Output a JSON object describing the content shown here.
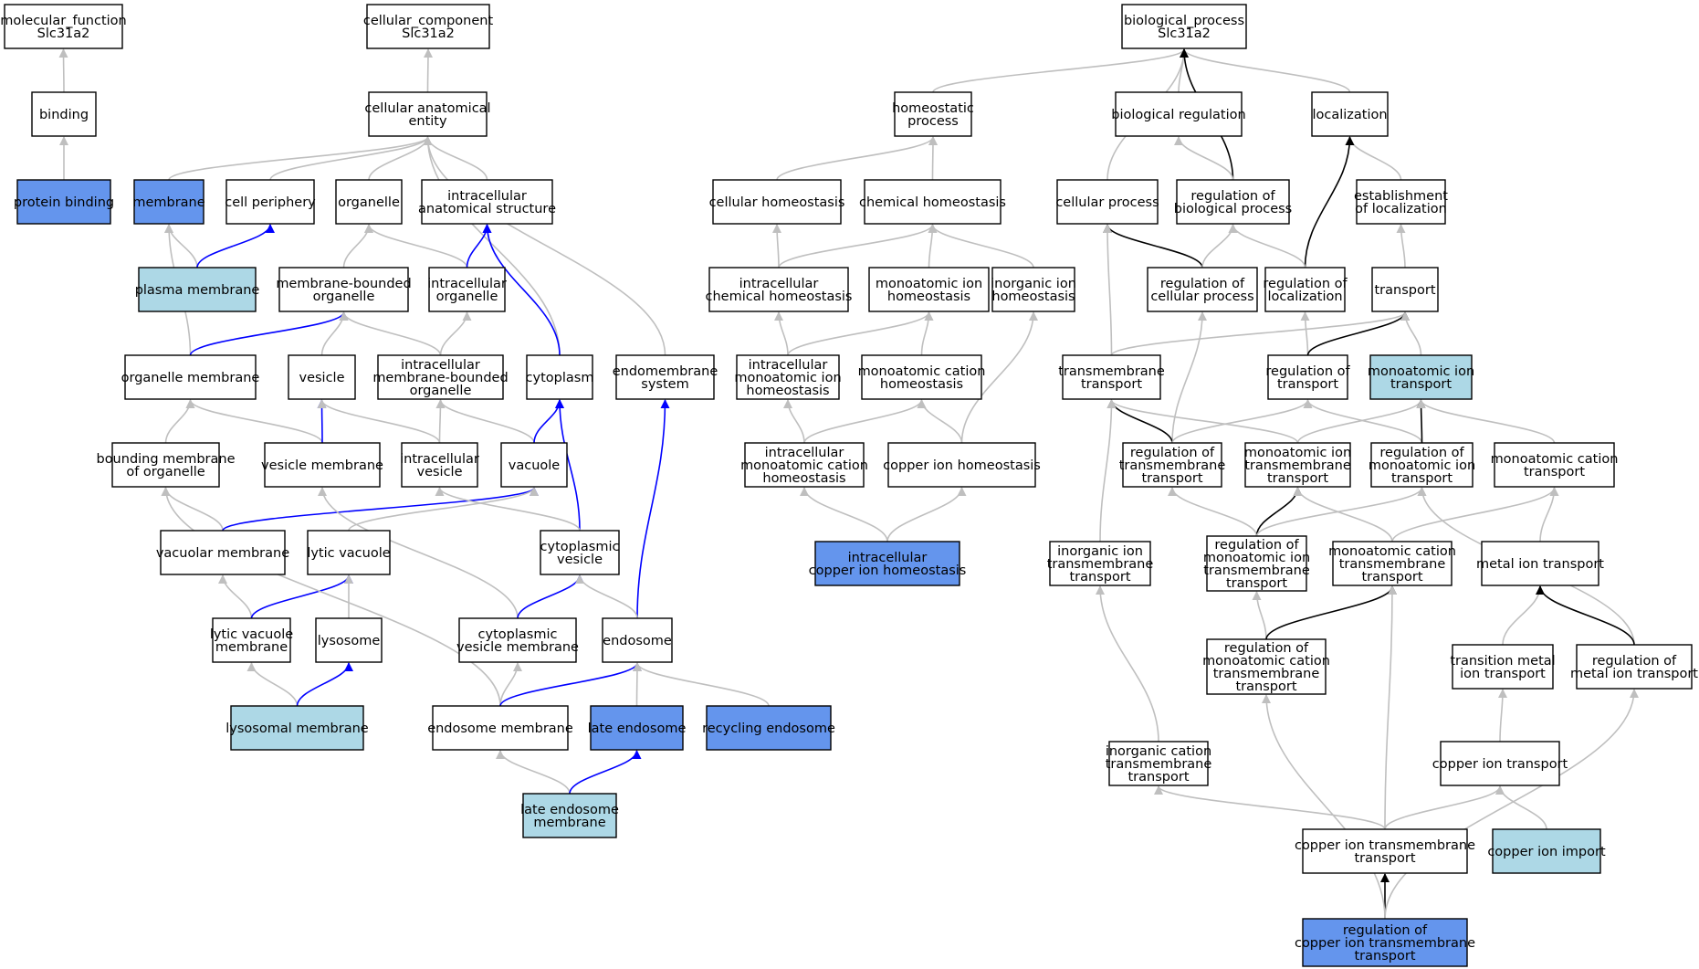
{
  "colors": {
    "plain": "#ffffff",
    "direct": "#6495ed",
    "related": "#add8e6",
    "edge_is_a": "#bfbfbf",
    "edge_part_of": "#0000ff",
    "edge_regulates": "#000000"
  },
  "nodes": [
    {
      "id": "mf",
      "lines": [
        "molecular_function",
        "Slc31a2"
      ],
      "fill": "plain"
    },
    {
      "id": "cc",
      "lines": [
        "cellular_component",
        "Slc31a2"
      ],
      "fill": "plain"
    },
    {
      "id": "bp",
      "lines": [
        "biological_process",
        "Slc31a2"
      ],
      "fill": "plain"
    },
    {
      "id": "binding",
      "lines": [
        "binding"
      ],
      "fill": "plain"
    },
    {
      "id": "protein_binding",
      "lines": [
        "protein binding"
      ],
      "fill": "direct"
    },
    {
      "id": "cae",
      "lines": [
        "cellular anatomical",
        "entity"
      ],
      "fill": "plain"
    },
    {
      "id": "membrane",
      "lines": [
        "membrane"
      ],
      "fill": "direct"
    },
    {
      "id": "cell_periphery",
      "lines": [
        "cell periphery"
      ],
      "fill": "plain"
    },
    {
      "id": "organelle",
      "lines": [
        "organelle"
      ],
      "fill": "plain"
    },
    {
      "id": "ias",
      "lines": [
        "intracellular",
        "anatomical structure"
      ],
      "fill": "plain"
    },
    {
      "id": "plasma_membrane",
      "lines": [
        "plasma membrane"
      ],
      "fill": "related"
    },
    {
      "id": "mbo",
      "lines": [
        "membrane-bounded",
        "organelle"
      ],
      "fill": "plain"
    },
    {
      "id": "intra_org",
      "lines": [
        "intracellular",
        "organelle"
      ],
      "fill": "plain"
    },
    {
      "id": "org_membrane",
      "lines": [
        "organelle membrane"
      ],
      "fill": "plain"
    },
    {
      "id": "vesicle",
      "lines": [
        "vesicle"
      ],
      "fill": "plain"
    },
    {
      "id": "imbo",
      "lines": [
        "intracellular",
        "membrane-bounded",
        "organelle"
      ],
      "fill": "plain"
    },
    {
      "id": "cytoplasm",
      "lines": [
        "cytoplasm"
      ],
      "fill": "plain"
    },
    {
      "id": "endomembrane",
      "lines": [
        "endomembrane",
        "system"
      ],
      "fill": "plain"
    },
    {
      "id": "bmo",
      "lines": [
        "bounding membrane",
        "of organelle"
      ],
      "fill": "plain"
    },
    {
      "id": "ves_membrane",
      "lines": [
        "vesicle membrane"
      ],
      "fill": "plain"
    },
    {
      "id": "intra_vesicle",
      "lines": [
        "intracellular",
        "vesicle"
      ],
      "fill": "plain"
    },
    {
      "id": "vacuole",
      "lines": [
        "vacuole"
      ],
      "fill": "plain"
    },
    {
      "id": "vac_membrane",
      "lines": [
        "vacuolar membrane"
      ],
      "fill": "plain"
    },
    {
      "id": "lytic_vacuole",
      "lines": [
        "lytic vacuole"
      ],
      "fill": "plain"
    },
    {
      "id": "cyto_vesicle",
      "lines": [
        "cytoplasmic",
        "vesicle"
      ],
      "fill": "plain"
    },
    {
      "id": "lvm",
      "lines": [
        "lytic vacuole",
        "membrane"
      ],
      "fill": "plain"
    },
    {
      "id": "lysosome",
      "lines": [
        "lysosome"
      ],
      "fill": "plain"
    },
    {
      "id": "cvm",
      "lines": [
        "cytoplasmic",
        "vesicle membrane"
      ],
      "fill": "plain"
    },
    {
      "id": "endosome",
      "lines": [
        "endosome"
      ],
      "fill": "plain"
    },
    {
      "id": "lys_membrane",
      "lines": [
        "lysosomal membrane"
      ],
      "fill": "related"
    },
    {
      "id": "endo_membrane",
      "lines": [
        "endosome membrane"
      ],
      "fill": "plain"
    },
    {
      "id": "late_endosome",
      "lines": [
        "late endosome"
      ],
      "fill": "direct"
    },
    {
      "id": "recycling_endosome",
      "lines": [
        "recycling endosome"
      ],
      "fill": "direct"
    },
    {
      "id": "lem",
      "lines": [
        "late endosome",
        "membrane"
      ],
      "fill": "related"
    },
    {
      "id": "homeostatic",
      "lines": [
        "homeostatic",
        "process"
      ],
      "fill": "plain"
    },
    {
      "id": "cell_homeo",
      "lines": [
        "cellular homeostasis"
      ],
      "fill": "plain"
    },
    {
      "id": "chem_homeo",
      "lines": [
        "chemical homeostasis"
      ],
      "fill": "plain"
    },
    {
      "id": "icell_chem",
      "lines": [
        "intracellular",
        "chemical homeostasis"
      ],
      "fill": "plain"
    },
    {
      "id": "ion_homeo",
      "lines": [
        "monoatomic ion",
        "homeostasis"
      ],
      "fill": "plain"
    },
    {
      "id": "inorg_homeo",
      "lines": [
        "inorganic ion",
        "homeostasis"
      ],
      "fill": "plain"
    },
    {
      "id": "icell_ion",
      "lines": [
        "intracellular",
        "monoatomic ion",
        "homeostasis"
      ],
      "fill": "plain"
    },
    {
      "id": "cation_homeo",
      "lines": [
        "monoatomic cation",
        "homeostasis"
      ],
      "fill": "plain"
    },
    {
      "id": "icell_cation",
      "lines": [
        "intracellular",
        "monoatomic cation",
        "homeostasis"
      ],
      "fill": "plain"
    },
    {
      "id": "copper_homeo",
      "lines": [
        "copper ion homeostasis"
      ],
      "fill": "plain"
    },
    {
      "id": "icell_copper",
      "lines": [
        "intracellular",
        "copper ion homeostasis"
      ],
      "fill": "direct"
    },
    {
      "id": "bio_reg",
      "lines": [
        "biological regulation"
      ],
      "fill": "plain"
    },
    {
      "id": "localization",
      "lines": [
        "localization"
      ],
      "fill": "plain"
    },
    {
      "id": "cell_process",
      "lines": [
        "cellular process"
      ],
      "fill": "plain"
    },
    {
      "id": "reg_bio",
      "lines": [
        "regulation of",
        "biological process"
      ],
      "fill": "plain"
    },
    {
      "id": "est_loc",
      "lines": [
        "establishment",
        "of localization"
      ],
      "fill": "plain"
    },
    {
      "id": "reg_cell",
      "lines": [
        "regulation of",
        "cellular process"
      ],
      "fill": "plain"
    },
    {
      "id": "reg_loc",
      "lines": [
        "regulation of",
        "localization"
      ],
      "fill": "plain"
    },
    {
      "id": "transport",
      "lines": [
        "transport"
      ],
      "fill": "plain"
    },
    {
      "id": "tm_transport",
      "lines": [
        "transmembrane",
        "transport"
      ],
      "fill": "plain"
    },
    {
      "id": "reg_transport",
      "lines": [
        "regulation of",
        "transport"
      ],
      "fill": "plain"
    },
    {
      "id": "ion_transport",
      "lines": [
        "monoatomic ion",
        "transport"
      ],
      "fill": "related"
    },
    {
      "id": "reg_tm",
      "lines": [
        "regulation of",
        "transmembrane",
        "transport"
      ],
      "fill": "plain"
    },
    {
      "id": "ion_tm",
      "lines": [
        "monoatomic ion",
        "transmembrane",
        "transport"
      ],
      "fill": "plain"
    },
    {
      "id": "reg_ion_transport",
      "lines": [
        "regulation of",
        "monoatomic ion",
        "transport"
      ],
      "fill": "plain"
    },
    {
      "id": "cation_transport",
      "lines": [
        "monoatomic cation",
        "transport"
      ],
      "fill": "plain"
    },
    {
      "id": "inorg_tm",
      "lines": [
        "inorganic ion",
        "transmembrane",
        "transport"
      ],
      "fill": "plain"
    },
    {
      "id": "reg_ion_tm",
      "lines": [
        "regulation of",
        "monoatomic ion",
        "transmembrane",
        "transport"
      ],
      "fill": "plain"
    },
    {
      "id": "cation_tm",
      "lines": [
        "monoatomic cation",
        "transmembrane",
        "transport"
      ],
      "fill": "plain"
    },
    {
      "id": "metal_transport",
      "lines": [
        "metal ion transport"
      ],
      "fill": "plain"
    },
    {
      "id": "reg_cation_tm",
      "lines": [
        "regulation of",
        "monoatomic cation",
        "transmembrane",
        "transport"
      ],
      "fill": "plain"
    },
    {
      "id": "trans_metal",
      "lines": [
        "transition metal",
        "ion transport"
      ],
      "fill": "plain"
    },
    {
      "id": "reg_metal",
      "lines": [
        "regulation of",
        "metal ion transport"
      ],
      "fill": "plain"
    },
    {
      "id": "inorg_cation_tm",
      "lines": [
        "inorganic cation",
        "transmembrane",
        "transport"
      ],
      "fill": "plain"
    },
    {
      "id": "copper_transport",
      "lines": [
        "copper ion transport"
      ],
      "fill": "plain"
    },
    {
      "id": "copper_tm",
      "lines": [
        "copper ion transmembrane",
        "transport"
      ],
      "fill": "plain"
    },
    {
      "id": "copper_import",
      "lines": [
        "copper ion import"
      ],
      "fill": "related"
    },
    {
      "id": "reg_copper_tm",
      "lines": [
        "regulation of",
        "copper ion transmembrane",
        "transport"
      ],
      "fill": "direct"
    }
  ],
  "edges": [
    {
      "from": "binding",
      "to": "mf",
      "type": "is_a"
    },
    {
      "from": "protein_binding",
      "to": "binding",
      "type": "is_a"
    },
    {
      "from": "cae",
      "to": "cc",
      "type": "is_a"
    },
    {
      "from": "membrane",
      "to": "cae",
      "type": "is_a"
    },
    {
      "from": "cell_periphery",
      "to": "cae",
      "type": "is_a"
    },
    {
      "from": "organelle",
      "to": "cae",
      "type": "is_a"
    },
    {
      "from": "ias",
      "to": "cae",
      "type": "is_a"
    },
    {
      "from": "cytoplasm",
      "to": "cae",
      "type": "is_a"
    },
    {
      "from": "endomembrane",
      "to": "cae",
      "type": "is_a"
    },
    {
      "from": "plasma_membrane",
      "to": "membrane",
      "type": "is_a"
    },
    {
      "from": "plasma_membrane",
      "to": "cell_periphery",
      "type": "part_of"
    },
    {
      "from": "org_membrane",
      "to": "membrane",
      "type": "is_a"
    },
    {
      "from": "mbo",
      "to": "organelle",
      "type": "is_a"
    },
    {
      "from": "intra_org",
      "to": "organelle",
      "type": "is_a"
    },
    {
      "from": "intra_org",
      "to": "ias",
      "type": "part_of"
    },
    {
      "from": "cytoplasm",
      "to": "ias",
      "type": "part_of"
    },
    {
      "from": "org_membrane",
      "to": "mbo",
      "type": "part_of"
    },
    {
      "from": "vesicle",
      "to": "mbo",
      "type": "is_a"
    },
    {
      "from": "imbo",
      "to": "mbo",
      "type": "is_a"
    },
    {
      "from": "imbo",
      "to": "intra_org",
      "type": "is_a"
    },
    {
      "from": "bmo",
      "to": "org_membrane",
      "type": "is_a"
    },
    {
      "from": "ves_membrane",
      "to": "org_membrane",
      "type": "is_a"
    },
    {
      "from": "ves_membrane",
      "to": "vesicle",
      "type": "part_of"
    },
    {
      "from": "intra_vesicle",
      "to": "vesicle",
      "type": "is_a"
    },
    {
      "from": "intra_vesicle",
      "to": "imbo",
      "type": "is_a"
    },
    {
      "from": "vacuole",
      "to": "imbo",
      "type": "is_a"
    },
    {
      "from": "vacuole",
      "to": "cytoplasm",
      "type": "part_of"
    },
    {
      "from": "cyto_vesicle",
      "to": "cytoplasm",
      "type": "part_of"
    },
    {
      "from": "endosome",
      "to": "endomembrane",
      "type": "part_of"
    },
    {
      "from": "vac_membrane",
      "to": "bmo",
      "type": "is_a"
    },
    {
      "from": "vac_membrane",
      "to": "vacuole",
      "type": "part_of"
    },
    {
      "from": "lytic_vacuole",
      "to": "vacuole",
      "type": "is_a"
    },
    {
      "from": "cyto_vesicle",
      "to": "intra_vesicle",
      "type": "is_a"
    },
    {
      "from": "lvm",
      "to": "vac_membrane",
      "type": "is_a"
    },
    {
      "from": "lvm",
      "to": "lytic_vacuole",
      "type": "part_of"
    },
    {
      "from": "lysosome",
      "to": "lytic_vacuole",
      "type": "is_a"
    },
    {
      "from": "cvm",
      "to": "ves_membrane",
      "type": "is_a"
    },
    {
      "from": "cvm",
      "to": "cyto_vesicle",
      "type": "part_of"
    },
    {
      "from": "endosome",
      "to": "cyto_vesicle",
      "type": "is_a"
    },
    {
      "from": "endo_membrane",
      "to": "bmo",
      "type": "is_a"
    },
    {
      "from": "endo_membrane",
      "to": "cvm",
      "type": "is_a"
    },
    {
      "from": "endo_membrane",
      "to": "endosome",
      "type": "part_of"
    },
    {
      "from": "lys_membrane",
      "to": "lvm",
      "type": "is_a"
    },
    {
      "from": "lys_membrane",
      "to": "lysosome",
      "type": "part_of"
    },
    {
      "from": "late_endosome",
      "to": "endosome",
      "type": "is_a"
    },
    {
      "from": "recycling_endosome",
      "to": "endosome",
      "type": "is_a"
    },
    {
      "from": "lem",
      "to": "endo_membrane",
      "type": "is_a"
    },
    {
      "from": "lem",
      "to": "late_endosome",
      "type": "part_of"
    },
    {
      "from": "homeostatic",
      "to": "bp",
      "type": "is_a"
    },
    {
      "from": "bio_reg",
      "to": "bp",
      "type": "is_a"
    },
    {
      "from": "localization",
      "to": "bp",
      "type": "is_a"
    },
    {
      "from": "cell_process",
      "to": "bp",
      "type": "is_a"
    },
    {
      "from": "reg_bio",
      "to": "bp",
      "type": "regulates"
    },
    {
      "from": "cell_homeo",
      "to": "homeostatic",
      "type": "is_a"
    },
    {
      "from": "chem_homeo",
      "to": "homeostatic",
      "type": "is_a"
    },
    {
      "from": "icell_chem",
      "to": "cell_homeo",
      "type": "is_a"
    },
    {
      "from": "icell_chem",
      "to": "chem_homeo",
      "type": "is_a"
    },
    {
      "from": "ion_homeo",
      "to": "chem_homeo",
      "type": "is_a"
    },
    {
      "from": "inorg_homeo",
      "to": "chem_homeo",
      "type": "is_a"
    },
    {
      "from": "icell_ion",
      "to": "icell_chem",
      "type": "is_a"
    },
    {
      "from": "icell_ion",
      "to": "ion_homeo",
      "type": "is_a"
    },
    {
      "from": "cation_homeo",
      "to": "ion_homeo",
      "type": "is_a"
    },
    {
      "from": "icell_cation",
      "to": "icell_ion",
      "type": "is_a"
    },
    {
      "from": "icell_cation",
      "to": "cation_homeo",
      "type": "is_a"
    },
    {
      "from": "copper_homeo",
      "to": "cation_homeo",
      "type": "is_a"
    },
    {
      "from": "copper_homeo",
      "to": "inorg_homeo",
      "type": "is_a"
    },
    {
      "from": "icell_copper",
      "to": "icell_cation",
      "type": "is_a"
    },
    {
      "from": "icell_copper",
      "to": "copper_homeo",
      "type": "is_a"
    },
    {
      "from": "reg_bio",
      "to": "bio_reg",
      "type": "is_a"
    },
    {
      "from": "est_loc",
      "to": "localization",
      "type": "is_a"
    },
    {
      "from": "reg_loc",
      "to": "localization",
      "type": "regulates"
    },
    {
      "from": "reg_cell",
      "to": "cell_process",
      "type": "regulates"
    },
    {
      "from": "tm_transport",
      "to": "cell_process",
      "type": "is_a"
    },
    {
      "from": "reg_cell",
      "to": "reg_bio",
      "type": "is_a"
    },
    {
      "from": "reg_loc",
      "to": "reg_bio",
      "type": "is_a"
    },
    {
      "from": "transport",
      "to": "est_loc",
      "type": "is_a"
    },
    {
      "from": "reg_tm",
      "to": "reg_cell",
      "type": "is_a"
    },
    {
      "from": "reg_transport",
      "to": "reg_loc",
      "type": "is_a"
    },
    {
      "from": "tm_transport",
      "to": "transport",
      "type": "is_a"
    },
    {
      "from": "reg_transport",
      "to": "transport",
      "type": "regulates"
    },
    {
      "from": "ion_transport",
      "to": "transport",
      "type": "is_a"
    },
    {
      "from": "reg_tm",
      "to": "tm_transport",
      "type": "regulates"
    },
    {
      "from": "ion_tm",
      "to": "tm_transport",
      "type": "is_a"
    },
    {
      "from": "inorg_tm",
      "to": "tm_transport",
      "type": "is_a"
    },
    {
      "from": "reg_tm",
      "to": "reg_transport",
      "type": "is_a"
    },
    {
      "from": "ion_tm",
      "to": "ion_transport",
      "type": "is_a"
    },
    {
      "from": "reg_ion_transport",
      "to": "reg_transport",
      "type": "is_a"
    },
    {
      "from": "reg_ion_transport",
      "to": "ion_transport",
      "type": "regulates"
    },
    {
      "from": "cation_transport",
      "to": "ion_transport",
      "type": "is_a"
    },
    {
      "from": "reg_ion_tm",
      "to": "reg_tm",
      "type": "is_a"
    },
    {
      "from": "reg_ion_tm",
      "to": "ion_tm",
      "type": "regulates"
    },
    {
      "from": "reg_ion_tm",
      "to": "reg_ion_transport",
      "type": "is_a"
    },
    {
      "from": "cation_tm",
      "to": "ion_tm",
      "type": "is_a"
    },
    {
      "from": "cation_tm",
      "to": "cation_transport",
      "type": "is_a"
    },
    {
      "from": "metal_transport",
      "to": "cation_transport",
      "type": "is_a"
    },
    {
      "from": "reg_metal",
      "to": "reg_ion_transport",
      "type": "is_a"
    },
    {
      "from": "reg_cation_tm",
      "to": "reg_ion_tm",
      "type": "is_a"
    },
    {
      "from": "reg_cation_tm",
      "to": "cation_tm",
      "type": "regulates"
    },
    {
      "from": "trans_metal",
      "to": "metal_transport",
      "type": "is_a"
    },
    {
      "from": "reg_metal",
      "to": "metal_transport",
      "type": "regulates"
    },
    {
      "from": "inorg_cation_tm",
      "to": "inorg_tm",
      "type": "is_a"
    },
    {
      "from": "copper_transport",
      "to": "trans_metal",
      "type": "is_a"
    },
    {
      "from": "copper_tm",
      "to": "inorg_cation_tm",
      "type": "is_a"
    },
    {
      "from": "copper_tm",
      "to": "cation_tm",
      "type": "is_a"
    },
    {
      "from": "copper_tm",
      "to": "copper_transport",
      "type": "is_a"
    },
    {
      "from": "copper_import",
      "to": "copper_transport",
      "type": "is_a"
    },
    {
      "from": "reg_copper_tm",
      "to": "copper_tm",
      "type": "regulates"
    },
    {
      "from": "reg_copper_tm",
      "to": "reg_cation_tm",
      "type": "is_a"
    },
    {
      "from": "reg_copper_tm",
      "to": "reg_metal",
      "type": "is_a"
    }
  ]
}
